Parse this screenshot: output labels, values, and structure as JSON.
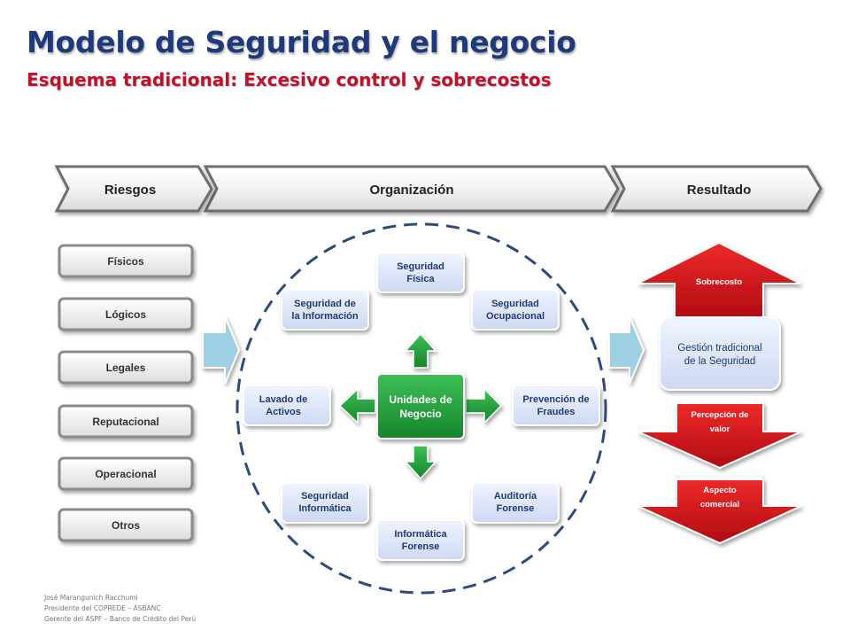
{
  "header": {
    "title": "Modelo de Seguridad y el negocio",
    "subtitle": "Esquema tradicional: Excesivo control y sobrecostos"
  },
  "process_bar": {
    "riesgos": "Riesgos",
    "organizacion": "Organización",
    "resultado": "Resultado"
  },
  "risks": [
    "Físicos",
    "Lógicos",
    "Legales",
    "Reputacional",
    "Operacional",
    "Otros"
  ],
  "center": [
    "Unidades de",
    "Negocio"
  ],
  "units": {
    "seg_fisica": [
      "Seguridad",
      "Física"
    ],
    "seg_info": [
      "Seguridad de",
      "la Información"
    ],
    "seg_ocup": [
      "Seguridad",
      "Ocupacional"
    ],
    "lavado": [
      "Lavado de",
      "Activos"
    ],
    "prevencion": [
      "Prevención de",
      "Fraudes"
    ],
    "seg_informatica": [
      "Seguridad",
      "Informática"
    ],
    "auditoria": [
      "Auditoría",
      "Forense"
    ],
    "inf_forense": [
      "Informática",
      "Forense"
    ]
  },
  "result": {
    "gestion": [
      "Gestión tradicional",
      "de la Seguridad"
    ],
    "sobrecosto": "Sobrecosto",
    "percepcion": [
      "Percepción de",
      "valor"
    ],
    "aspecto": [
      "Aspecto",
      "comercial"
    ]
  },
  "footer": [
    "José Marangunich Racchumi",
    "Presidente del COPREDE – ASBANC",
    "Gerente del ASPF – Banco de Crédito del Perú"
  ],
  "colors": {
    "title": "#1f3a7a",
    "subtitle": "#c0112b",
    "unit_fill": "#dfe6f7",
    "unit_text": "#1f3a7a",
    "center_green": "#1f9a3a",
    "red_arrow": "#d4101b",
    "light_blue_arrow": "#9dd0e3",
    "dashed_circle": "#2e4a7a"
  }
}
